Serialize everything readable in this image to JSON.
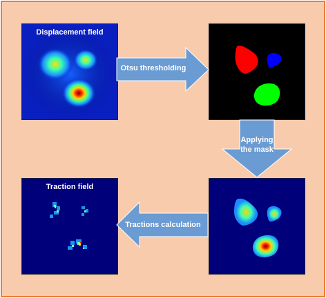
{
  "panels": {
    "displacement": {
      "title": "Displacement field"
    },
    "mask": {
      "title": ""
    },
    "masked": {
      "title": ""
    },
    "traction": {
      "title": "Traction field"
    }
  },
  "arrows": {
    "otsu": {
      "label": "Otsu thresholding"
    },
    "mask": {
      "line1": "Applying",
      "line2": "the mask"
    },
    "traction": {
      "label": "Tractions calculation"
    }
  },
  "colors": {
    "background": "#f8cbad",
    "border": "#ed7d31",
    "arrow": "#6b9bd3",
    "mask_red": "#ff0000",
    "mask_blue": "#0000ff",
    "mask_green": "#00ff00"
  }
}
